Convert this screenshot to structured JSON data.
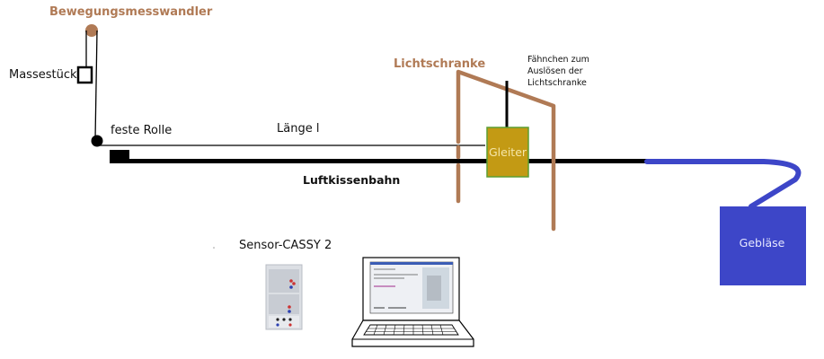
{
  "labels": {
    "motion_sensor": "Bewegungsmesswandler",
    "mass": "Massestück",
    "fixed_pulley": "feste Rolle",
    "length": "Länge l",
    "light_barrier": "Lichtschranke",
    "flag_line1": "Fähnchen zum",
    "flag_line2": "Auslösen der",
    "flag_line3": "Lichtschranke",
    "glider": "Gleiter",
    "air_track": "Luftkissenbahn",
    "blower": "Gebläse",
    "sensor_cassy": "Sensor-CASSY 2"
  },
  "colors": {
    "light_barrier": "#b07a55",
    "glider_fill": "#c39a14",
    "glider_border": "#5c9e32",
    "blower": "#3d46c8",
    "track": "#000000"
  }
}
